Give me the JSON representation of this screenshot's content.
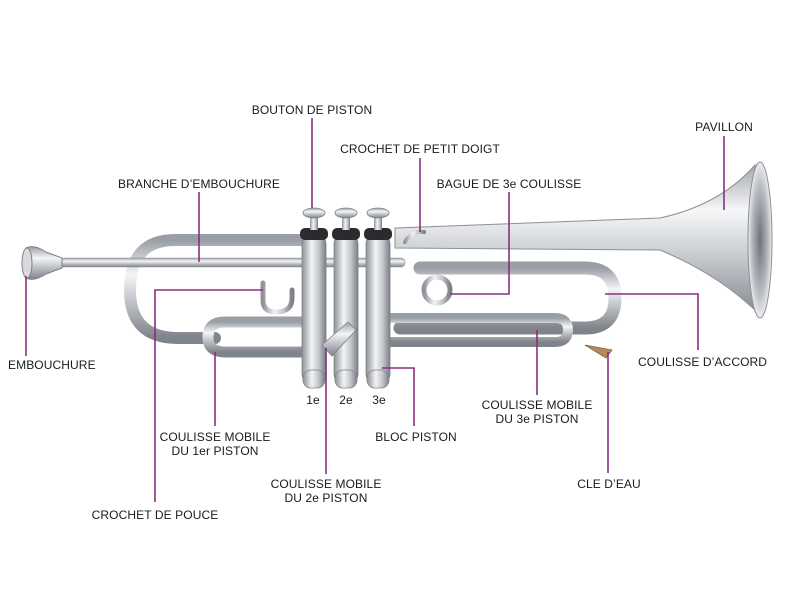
{
  "labels": {
    "bouton_de_piston": "BOUTON DE PISTON",
    "crochet_de_petit_doigt": "CROCHET DE PETIT DOIGT",
    "pavillon": "PAVILLON",
    "branche_d_embouchure": "BRANCHE D’EMBOUCHURE",
    "bague_de_3e_coulisse": "BAGUE DE 3e COULISSE",
    "embouchure": "EMBOUCHURE",
    "coulisse_d_accord": "COULISSE D’ACCORD",
    "coulisse_mobile_1": {
      "line1": "COULISSE MOBILE",
      "line2": "DU 1er PISTON"
    },
    "bloc_piston": "BLOC PISTON",
    "coulisse_mobile_3": {
      "line1": "COULISSE MOBILE",
      "line2": "DU 3e PISTON"
    },
    "cle_d_eau": "CLE D’EAU",
    "coulisse_mobile_2": {
      "line1": "COULISSE MOBILE",
      "line2": "DU 2e PISTON"
    },
    "crochet_de_pouce": "CROCHET DE POUCE"
  },
  "valve_numbers": {
    "v1": "1e",
    "v2": "2e",
    "v3": "3e"
  },
  "colors": {
    "leader_line": "#8a2f82",
    "label_text": "#1a1a1a",
    "metal": "#c9ccd1"
  }
}
